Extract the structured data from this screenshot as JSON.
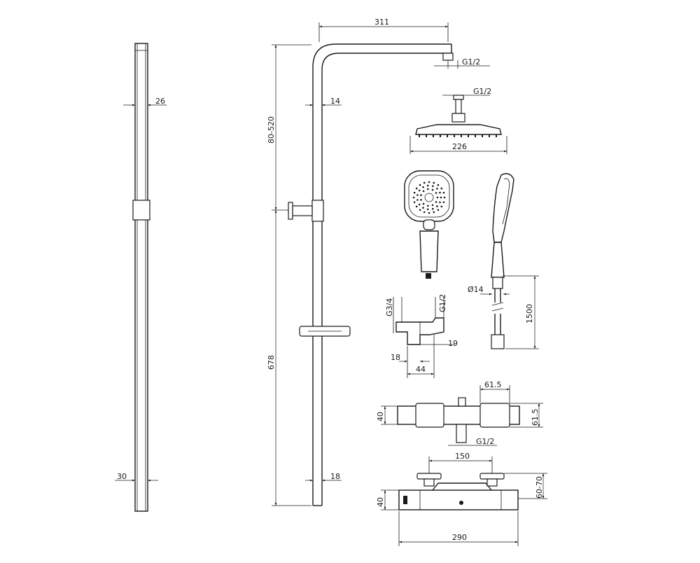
{
  "dimensions": {
    "rail_width": "26",
    "rail_depth": "30",
    "arm_length": "311",
    "arm_thread": "G1/2",
    "riser_top_dia": "14",
    "adjustable_height": "80-520",
    "lower_height": "678",
    "riser_bottom_dia": "18",
    "head_thread": "G1/2",
    "head_diameter": "226",
    "hose_diameter": "Ø14",
    "hose_length": "1500",
    "inlet_thread": "G3/4",
    "outlet_thread": "G1/2",
    "elbow_offset": "19",
    "elbow_depth": "18",
    "elbow_width": "44",
    "valve_knob_width": "61.5",
    "valve_knob_depth": "61.5",
    "valve_body_depth": "40",
    "valve_outlet_thread": "G1/2",
    "valve_centers": "150",
    "valve_inlet_range": "60-70",
    "valve_front_height": "40",
    "valve_length": "290"
  }
}
